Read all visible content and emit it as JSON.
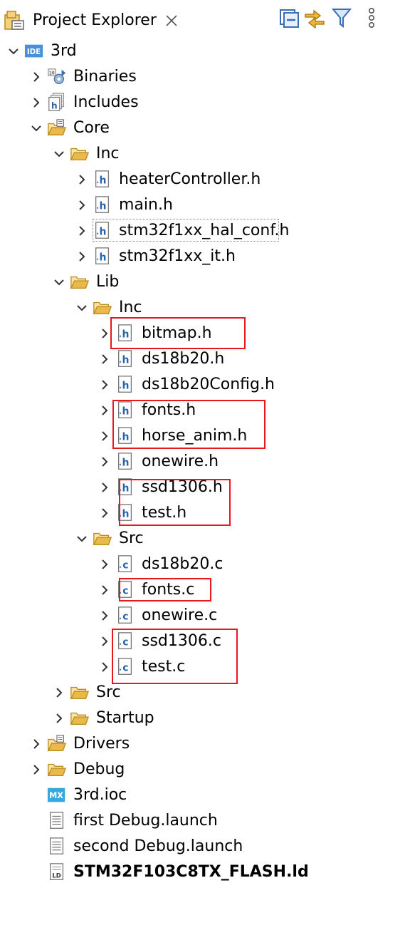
{
  "panel": {
    "title": "Project Explorer"
  },
  "tree": [
    {
      "label": "3rd",
      "icon": "ide-project-icon",
      "depth": 0,
      "expanded": true,
      "arrow": true
    },
    {
      "label": "Binaries",
      "icon": "binaries-icon",
      "depth": 1,
      "expanded": false,
      "arrow": true
    },
    {
      "label": "Includes",
      "icon": "includes-icon",
      "depth": 1,
      "expanded": false,
      "arrow": true
    },
    {
      "label": "Core",
      "icon": "source-folder-icon",
      "depth": 1,
      "expanded": true,
      "arrow": true
    },
    {
      "label": "Inc",
      "icon": "folder-icon",
      "depth": 2,
      "expanded": true,
      "arrow": true
    },
    {
      "label": "heaterController.h",
      "icon": "header-file-icon",
      "depth": 3,
      "expanded": false,
      "arrow": true
    },
    {
      "label": "main.h",
      "icon": "header-file-icon",
      "depth": 3,
      "expanded": false,
      "arrow": true
    },
    {
      "label": "stm32f1xx_hal_conf.h",
      "icon": "header-file-icon",
      "depth": 3,
      "expanded": false,
      "arrow": true,
      "selected": true
    },
    {
      "label": "stm32f1xx_it.h",
      "icon": "header-file-icon",
      "depth": 3,
      "expanded": false,
      "arrow": true
    },
    {
      "label": "Lib",
      "icon": "folder-icon",
      "depth": 2,
      "expanded": true,
      "arrow": true
    },
    {
      "label": "Inc",
      "icon": "folder-icon",
      "depth": 3,
      "expanded": true,
      "arrow": true
    },
    {
      "label": "bitmap.h",
      "icon": "header-file-icon",
      "depth": 4,
      "expanded": false,
      "arrow": true
    },
    {
      "label": "ds18b20.h",
      "icon": "header-file-icon",
      "depth": 4,
      "expanded": false,
      "arrow": true
    },
    {
      "label": "ds18b20Config.h",
      "icon": "header-file-icon",
      "depth": 4,
      "expanded": false,
      "arrow": true
    },
    {
      "label": "fonts.h",
      "icon": "header-file-icon",
      "depth": 4,
      "expanded": false,
      "arrow": true
    },
    {
      "label": "horse_anim.h",
      "icon": "header-file-icon",
      "depth": 4,
      "expanded": false,
      "arrow": true
    },
    {
      "label": "onewire.h",
      "icon": "header-file-icon",
      "depth": 4,
      "expanded": false,
      "arrow": true
    },
    {
      "label": "ssd1306.h",
      "icon": "header-file-icon",
      "depth": 4,
      "expanded": false,
      "arrow": true
    },
    {
      "label": "test.h",
      "icon": "header-file-icon",
      "depth": 4,
      "expanded": false,
      "arrow": true
    },
    {
      "label": "Src",
      "icon": "folder-icon",
      "depth": 3,
      "expanded": true,
      "arrow": true
    },
    {
      "label": "ds18b20.c",
      "icon": "c-file-icon",
      "depth": 4,
      "expanded": false,
      "arrow": true
    },
    {
      "label": "fonts.c",
      "icon": "c-file-icon",
      "depth": 4,
      "expanded": false,
      "arrow": true
    },
    {
      "label": "onewire.c",
      "icon": "c-file-icon",
      "depth": 4,
      "expanded": false,
      "arrow": true
    },
    {
      "label": "ssd1306.c",
      "icon": "c-file-icon",
      "depth": 4,
      "expanded": false,
      "arrow": true
    },
    {
      "label": "test.c",
      "icon": "c-file-icon",
      "depth": 4,
      "expanded": false,
      "arrow": true
    },
    {
      "label": "Src",
      "icon": "folder-icon",
      "depth": 2,
      "expanded": false,
      "arrow": true
    },
    {
      "label": "Startup",
      "icon": "folder-icon",
      "depth": 2,
      "expanded": false,
      "arrow": true
    },
    {
      "label": "Drivers",
      "icon": "source-folder-icon",
      "depth": 1,
      "expanded": false,
      "arrow": true
    },
    {
      "label": "Debug",
      "icon": "folder-icon",
      "depth": 1,
      "expanded": false,
      "arrow": true
    },
    {
      "label": "3rd.ioc",
      "icon": "mx-icon",
      "depth": 1,
      "expanded": false,
      "arrow": false
    },
    {
      "label": "first Debug.launch",
      "icon": "text-file-icon",
      "depth": 1,
      "expanded": false,
      "arrow": false
    },
    {
      "label": "second Debug.launch",
      "icon": "text-file-icon",
      "depth": 1,
      "expanded": false,
      "arrow": false
    },
    {
      "label": "STM32F103C8TX_FLASH.ld",
      "icon": "linker-file-icon",
      "depth": 1,
      "expanded": false,
      "arrow": false,
      "bold": true
    }
  ],
  "colors": {
    "highlight": "#e8161e",
    "folder": "#e9b94a",
    "header_file": "#2a63ad",
    "c_file": "#2a63ad",
    "ide_badge": "#4a90d9",
    "mx_badge": "#34a9e0"
  }
}
